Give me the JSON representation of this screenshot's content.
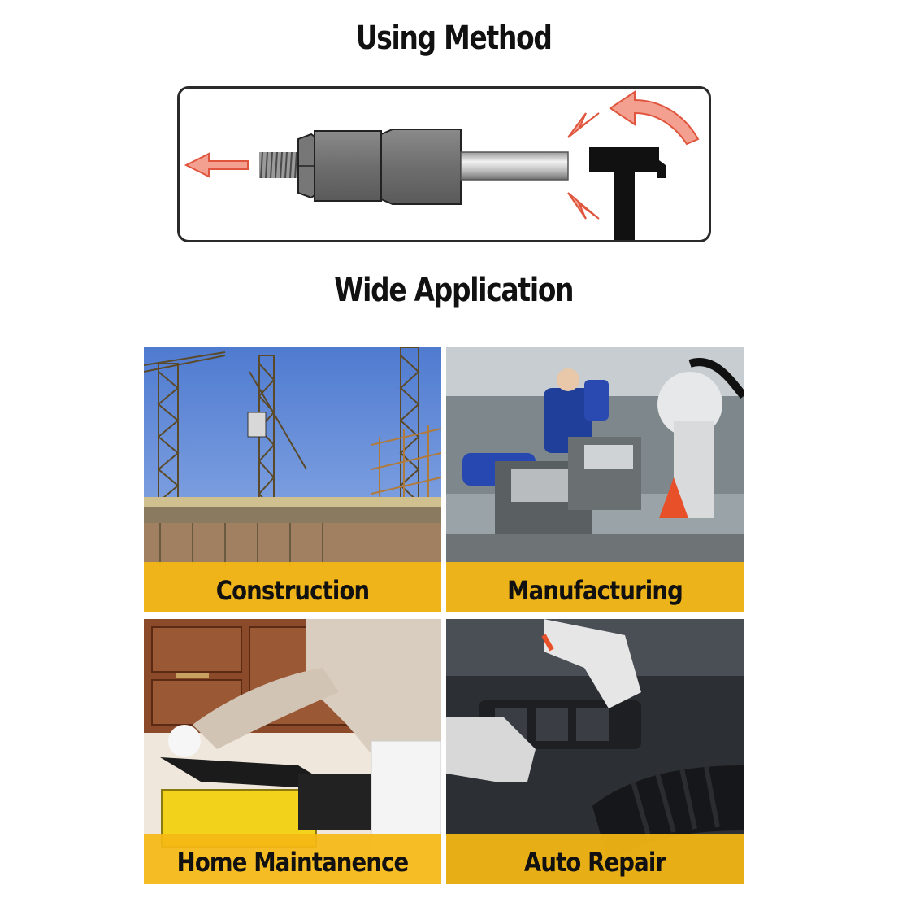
{
  "headings": {
    "using_method": "Using Method",
    "wide_application": "Wide Application"
  },
  "method_diagram": {
    "icons": [
      "hammer-icon",
      "impact-arrow-icon",
      "pull-arrow-icon",
      "swing-arrow-icon"
    ],
    "colors": {
      "arrow": "#e8604a",
      "socket": "#7a7a7a",
      "hammer": "#111111",
      "outline": "#2a2a2a"
    }
  },
  "applications": [
    {
      "label": "Construction"
    },
    {
      "label": "Manufacturing"
    },
    {
      "label": "Home Maintanence"
    },
    {
      "label": "Auto Repair"
    }
  ],
  "colors": {
    "label_band": "#f5b814",
    "heading_text": "#111111"
  }
}
